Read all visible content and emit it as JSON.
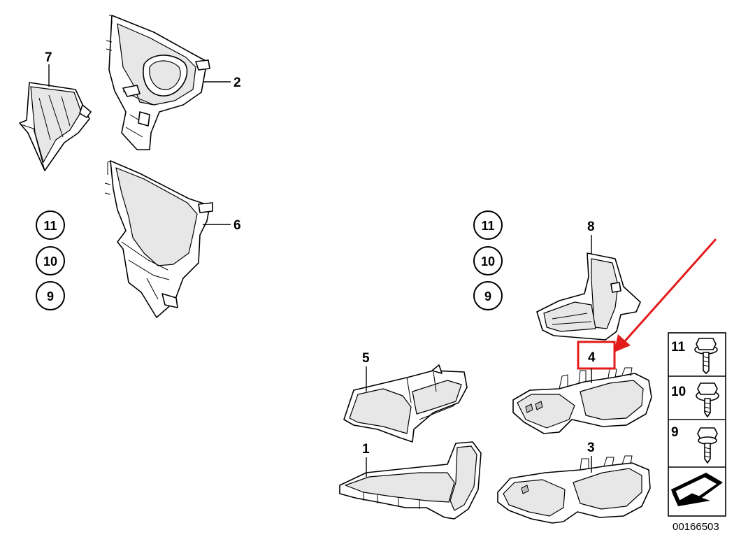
{
  "callouts": {
    "p7": "7",
    "p2": "2",
    "p6": "6",
    "p8": "8",
    "p4": "4",
    "p5": "5",
    "p1": "1",
    "p3": "3"
  },
  "circled_left": [
    "11",
    "10",
    "9"
  ],
  "circled_right": [
    "11",
    "10",
    "9"
  ],
  "fastener_panel": {
    "items": [
      {
        "label": "11"
      },
      {
        "label": "10"
      },
      {
        "label": "9"
      }
    ]
  },
  "reference_number": "00166503",
  "colors": {
    "highlight": "#e31b1b",
    "line": "#000000"
  }
}
